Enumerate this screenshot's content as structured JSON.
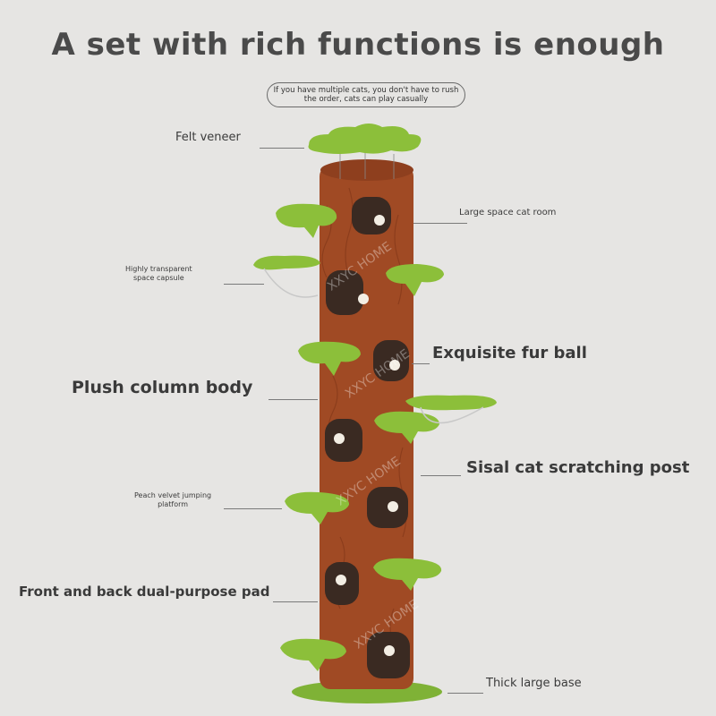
{
  "title": "A set with rich functions is enough",
  "subtitle": {
    "line1": "If you have multiple cats, you don't have to rush",
    "line2": "the order, cats can play casually"
  },
  "labels": {
    "felt_veneer": "Felt veneer",
    "large_room": "Large space cat room",
    "capsule_line1": "Highly transparent",
    "capsule_line2": "space capsule",
    "fur_ball": "Exquisite fur ball",
    "plush_column": "Plush column body",
    "sisal_post": "Sisal cat scratching post",
    "peach_line1": "Peach velvet jumping",
    "peach_line2": "platform",
    "dual_pad": "Front and back dual-purpose pad",
    "thick_base": "Thick large base"
  },
  "watermark": "XXYC HOME",
  "colors": {
    "trunk": "#a04a24",
    "moss": "#8cbf3a",
    "hole": "#3a2a22",
    "background": "#e6e5e3"
  }
}
